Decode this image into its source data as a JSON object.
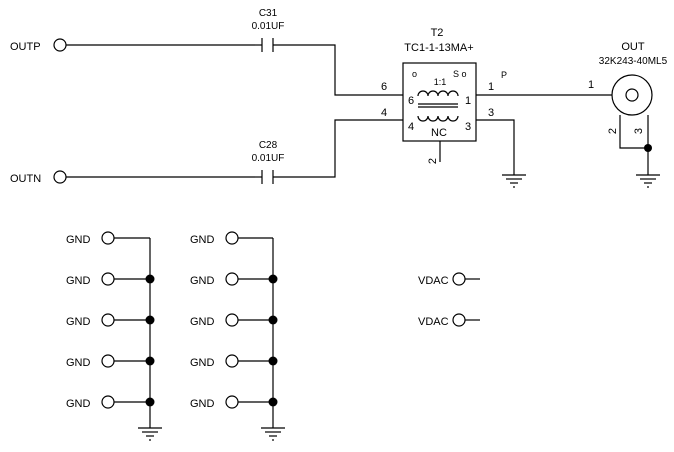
{
  "ports": {
    "outp": "OUTP",
    "outn": "OUTN",
    "vdac_1": "VDAC",
    "vdac_2": "VDAC"
  },
  "capacitors": {
    "c31": {
      "ref": "C31",
      "value": "0.01UF"
    },
    "c28": {
      "ref": "C28",
      "value": "0.01UF"
    }
  },
  "transformer": {
    "ref": "T2",
    "part": "TC1-1-13MA+",
    "ratio": "1:1",
    "mark_primary": "o",
    "mark_secondary": "S o",
    "nc_label": "NC",
    "pin_6": "6",
    "pin_4": "4",
    "pin_1": "1",
    "pin_3": "3",
    "pin_2": "2",
    "net_p": "P"
  },
  "connector": {
    "ref": "OUT",
    "part": "32K243-40ML5",
    "pin_1": "1",
    "pin_2": "2",
    "pin_3": "3"
  },
  "gnd_col_1": [
    "GND",
    "GND",
    "GND",
    "GND",
    "GND"
  ],
  "gnd_col_2": [
    "GND",
    "GND",
    "GND",
    "GND",
    "GND"
  ]
}
